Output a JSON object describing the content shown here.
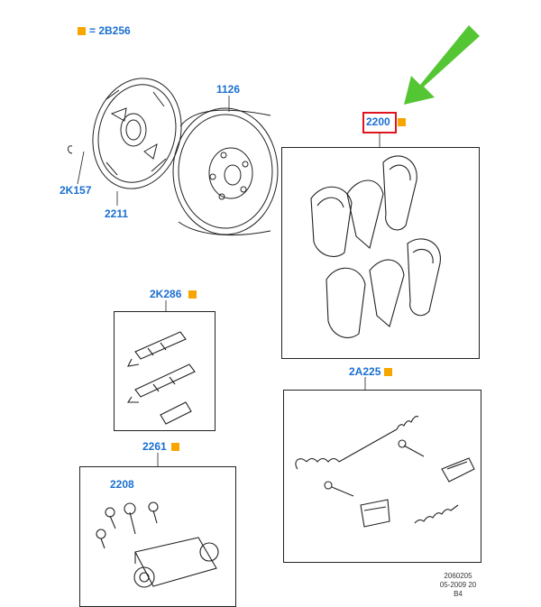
{
  "legend": {
    "square_color": "#f7a600",
    "text": "= 2B256"
  },
  "parts": {
    "p1126": "1126",
    "p2K157": "2K157",
    "p2211": "2211",
    "p2200": "2200",
    "p2K286": "2K286",
    "p2A225": "2A225",
    "p2261": "2261",
    "p2208": "2208"
  },
  "highlight": {
    "part": "2200",
    "color": "#e0141e"
  },
  "pointer_arrow": {
    "color": "#55c633",
    "icon": "arrow-pointer-icon"
  },
  "footer": {
    "line1": "2060205",
    "line2": "05-2009 20",
    "line3": "B4"
  },
  "colors": {
    "label": "#1a6fd0",
    "marker": "#f7a600"
  }
}
